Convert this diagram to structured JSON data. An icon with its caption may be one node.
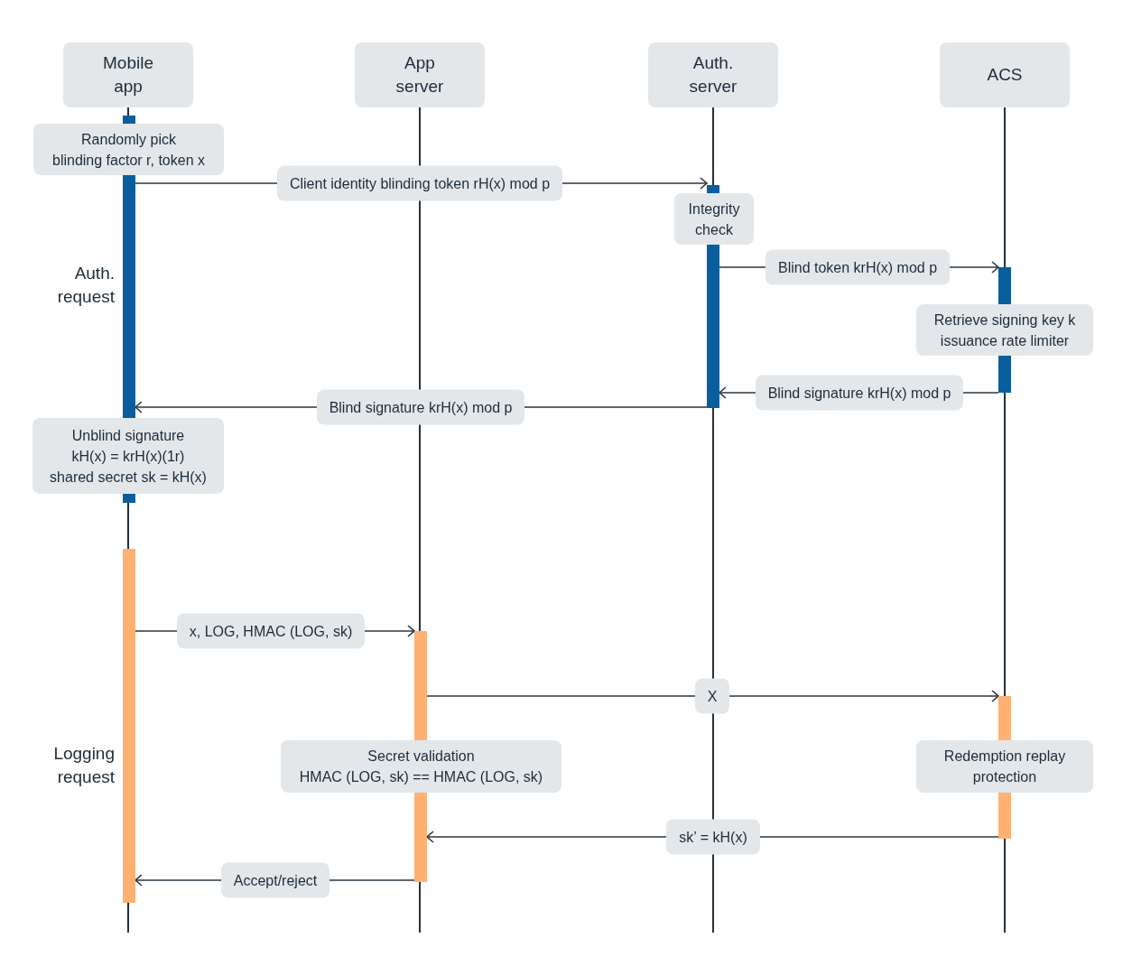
{
  "diagram": {
    "nodes": [
      {
        "text": [
          "Mobile app"
        ]
      },
      {
        "text": [
          "App server"
        ]
      },
      {
        "text": [
          "Auth. server"
        ]
      },
      {
        "text": [
          "ACS"
        ]
      },
      {
        "text": [
          "Randomly pick",
          "blinding factor r, token x"
        ]
      },
      {
        "text": [
          "Integrity check"
        ]
      },
      {
        "text": [
          "Retrieve signing key k",
          "issuance rate limiter"
        ]
      },
      {
        "text": [
          "Unblind signature",
          "kH(x) = krH(x)(1r)",
          "shared secret sk = kH(x)"
        ]
      },
      {
        "text": [
          "Secret validation",
          "HMAC (LOG, sk) == HMAC (LOG, sk)"
        ]
      },
      {
        "text": [
          "Redemption replay protection"
        ]
      },
      {
        "text": [],
        "shape": "bar"
      },
      {
        "text": [],
        "shape": "bar",
        "beside": [
          "Auth. request"
        ]
      },
      {
        "text": [],
        "shape": "bar"
      },
      {
        "text": [],
        "shape": "bar"
      },
      {
        "text": [],
        "shape": "bar"
      },
      {
        "text": [],
        "shape": "bar"
      },
      {
        "text": [],
        "shape": "bar"
      },
      {
        "text": [],
        "shape": "bar",
        "beside": [
          "Logging request"
        ]
      },
      {
        "text": [],
        "shape": "bar"
      },
      {
        "text": [],
        "shape": "bar"
      },
      {
        "text": [],
        "shape": "bar"
      },
      {
        "text": [],
        "shape": "bar"
      }
    ],
    "edges": [
      {
        "from": 11,
        "to": 13,
        "arrow": "to",
        "label": "Client identity blinding token rH(x) mod p"
      },
      {
        "from": 14,
        "to": 15,
        "arrow": "to",
        "label": "Blind token krH(x) mod p"
      },
      {
        "from": 16,
        "to": 14,
        "arrow": "to",
        "label": "Blind signature krH(x) mod p"
      },
      {
        "from": 14,
        "to": 11,
        "arrow": "to",
        "label": "Blind signature krH(x) mod p"
      },
      {
        "from": 17,
        "to": 18,
        "arrow": "to",
        "label": "x, LOG, HMAC (LOG, sk)"
      },
      {
        "from": 18,
        "to": 20,
        "arrow": "to",
        "label": "X"
      },
      {
        "from": 21,
        "to": 19,
        "arrow": "to",
        "label": "sk’ = kH(x)"
      },
      {
        "from": 19,
        "to": 17,
        "arrow": "to",
        "label": "Accept/reject"
      }
    ]
  }
}
